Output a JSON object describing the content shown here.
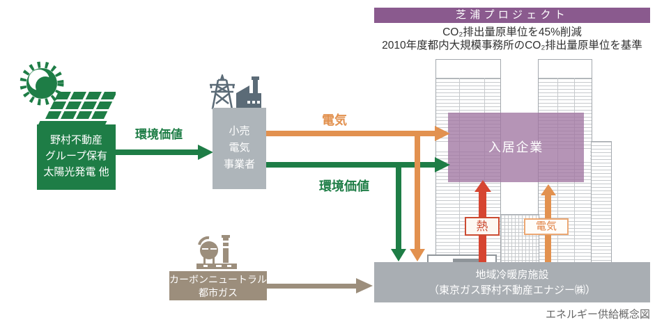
{
  "project_header": {
    "title": "芝浦プロジェクト",
    "subtitle_line1": "CO₂排出量原単位を45%削減",
    "subtitle_line2": "2010年度都内大規模事務所のCO₂排出量原単位を基準"
  },
  "solar_source": {
    "icon": "sun-solar-panel-icon",
    "line1": "野村不動産",
    "line2": "グループ保有",
    "line3": "太陽光発電 他"
  },
  "retailer": {
    "icon": "power-plant-pylon-icon",
    "line1": "小売",
    "line2": "電気",
    "line3": "事業者"
  },
  "tenant_overlay": {
    "label": "入居企業"
  },
  "district_facility": {
    "line1": "地域冷暖房施設",
    "line2": "（東京ガス野村不動産エナジー㈱）"
  },
  "gas_source": {
    "icon": "gas-plant-icon",
    "line1": "カーボンニュートラル",
    "line2": "都市ガス"
  },
  "flow_labels": {
    "env_value_left": "環境価値",
    "electricity_top": "電気",
    "env_value_mid": "環境価値",
    "heat_tag": "熱",
    "electricity_tag": "電気"
  },
  "caption": "エネルギー供給概念図",
  "colors": {
    "green": "#1e7d46",
    "orange": "#e2914f",
    "red": "#d64531",
    "header_purple": "#8a5a8e",
    "overlay_purple": "#a378a5",
    "taupe": "#9c8e7c",
    "facility_gray": "#a9aeb3",
    "retailer_gray": "#aeb5ba",
    "icon_slate": "#5b6b77"
  }
}
